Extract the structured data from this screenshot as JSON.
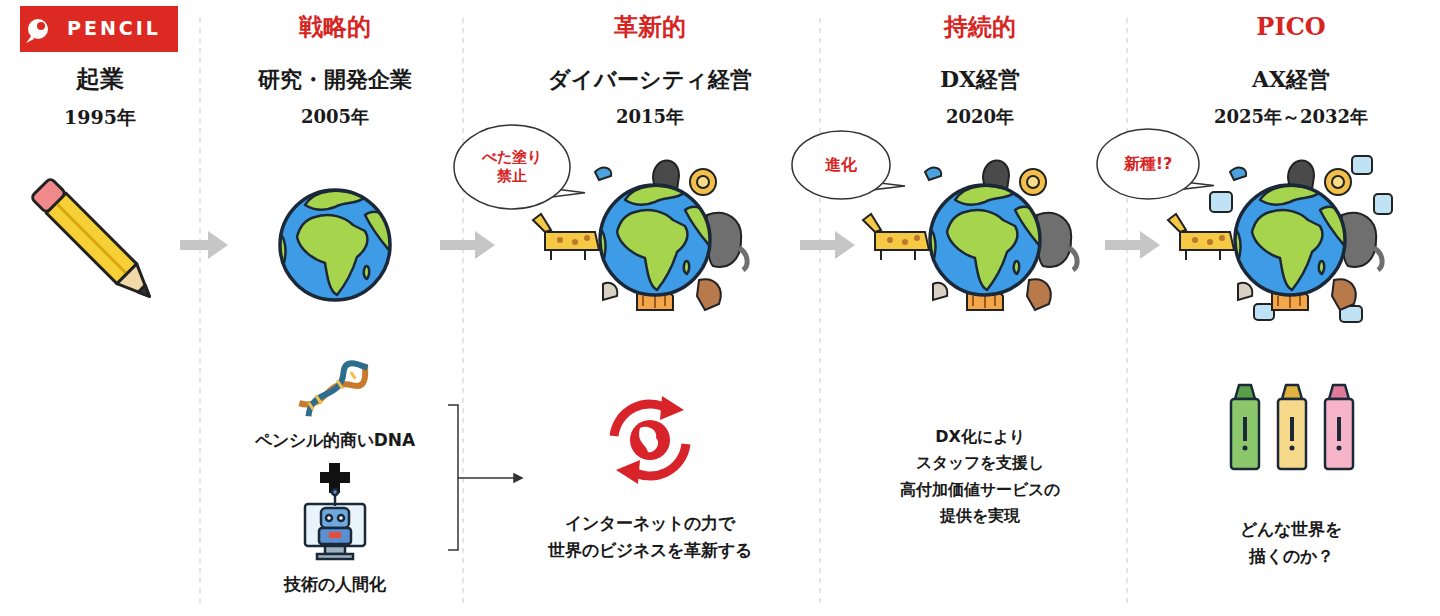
{
  "diagram": {
    "nodes": [
      {
        "text": [
          "起業",
          "1995年"
        ]
      },
      {
        "text": [
          "PENCIL"
        ],
        "in": 0
      },
      {
        "text": [
          "戦略的",
          "研究・開発企業",
          "2005年",
          "ペンシル的商いDNA",
          "技術の人間化"
        ]
      },
      {
        "text": [
          "革新的",
          "ダイバーシティ経営",
          "2015年",
          "インターネットの力で 世界のビジネスを革新する"
        ]
      },
      {
        "text": [
          "べた塗り 禁止"
        ],
        "in": 3
      },
      {
        "text": [
          "持続的",
          "DX経営",
          "2020年",
          "DX化により スタッフを支援し 高付加価値サービスの 提供を実現"
        ]
      },
      {
        "text": [
          "進化"
        ],
        "in": 5
      },
      {
        "text": [
          "PICO",
          "AX経営",
          "2025年～2032年",
          "どんな世界を 描くのか？"
        ]
      },
      {
        "text": [
          "新種!?"
        ],
        "in": 7
      }
    ],
    "edges": [
      {
        "from": 0,
        "to": 2,
        "arrow": "to"
      },
      {
        "from": 2,
        "to": 3,
        "arrow": "to"
      },
      {
        "from": 3,
        "to": 5,
        "arrow": "to"
      },
      {
        "from": 5,
        "to": 7,
        "arrow": "to"
      }
    ]
  }
}
